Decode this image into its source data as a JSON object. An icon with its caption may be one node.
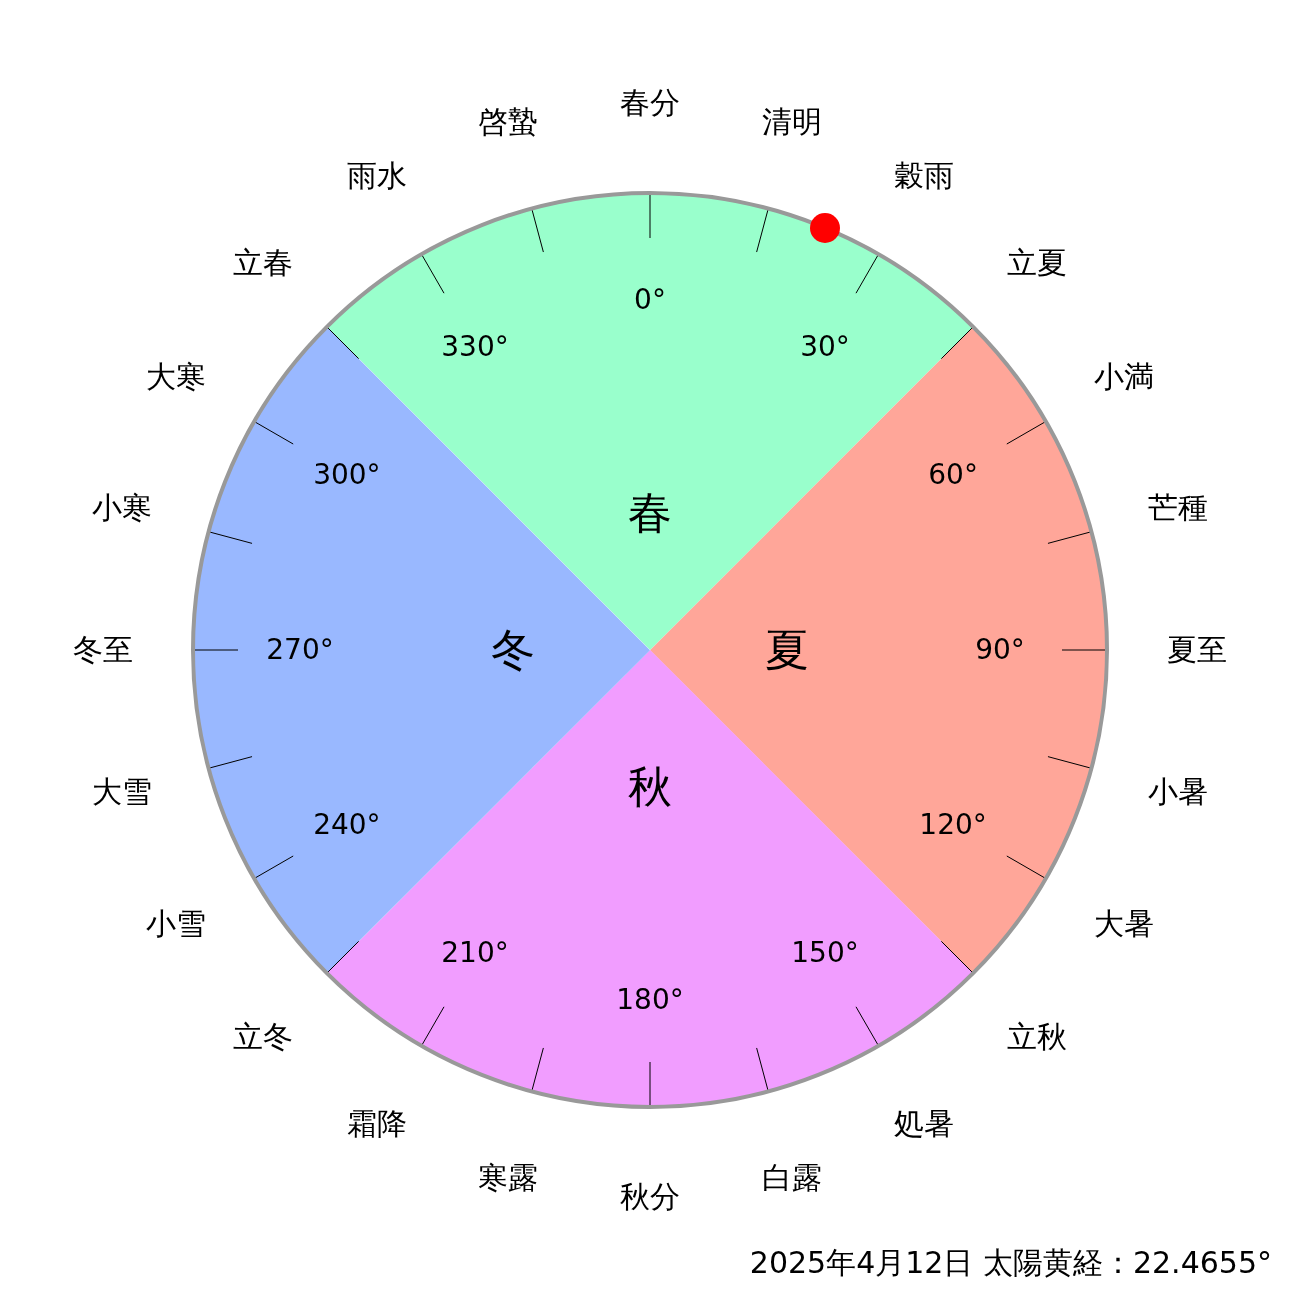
{
  "diagram": {
    "caption": "2025年4月12日 太陽黄経：22.4655°",
    "nodes": [
      {
        "text": [
          "春"
        ]
      },
      {
        "text": [
          "夏"
        ]
      },
      {
        "text": [
          "秋"
        ]
      },
      {
        "text": [
          "冬"
        ]
      }
    ],
    "labels": [
      "春分",
      "清明",
      "穀雨",
      "立夏",
      "小満",
      "芒種",
      "夏至",
      "小暑",
      "大暑",
      "立秋",
      "処暑",
      "白露",
      "秋分",
      "寒露",
      "霜降",
      "立冬",
      "小雪",
      "大雪",
      "冬至",
      "小寒",
      "大寒",
      "立春",
      "雨水",
      "啓蟄",
      "0°",
      "30°",
      "60°",
      "90°",
      "120°",
      "150°",
      "180°",
      "210°",
      "240°",
      "270°",
      "300°",
      "330°"
    ]
  }
}
